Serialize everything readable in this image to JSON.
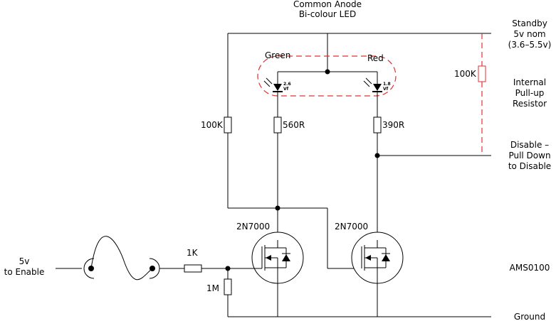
{
  "diagram": {
    "title_line1": "Common Anode",
    "title_line2": "Bi-colour LED",
    "labels": {
      "green": "Green",
      "red": "Red",
      "green_vf": "2.6",
      "red_vf": "1.8",
      "vf": "Vf",
      "r_100k_left": "100K",
      "r_560": "560R",
      "r_390": "390R",
      "r_100k_internal": "100K",
      "r_1k": "1K",
      "r_1m": "1M",
      "q1": "2N7000",
      "q2": "2N7000"
    },
    "right_labels": {
      "standby_l1": "Standby",
      "standby_l2": "5v nom",
      "standby_l3": "(3.6–5.5v)",
      "internal_l1": "Internal",
      "internal_l2": "Pull-up",
      "internal_l3": "Resistor",
      "disable_l1": "Disable –",
      "disable_l2": "Pull Down",
      "disable_l3": "to Disable",
      "ams": "AMS0100",
      "ground": "Ground"
    },
    "left_labels": {
      "enable_l1": "5v",
      "enable_l2": "to Enable"
    },
    "colors": {
      "wire": "#000000",
      "internal_highlight": "#e03030"
    }
  }
}
